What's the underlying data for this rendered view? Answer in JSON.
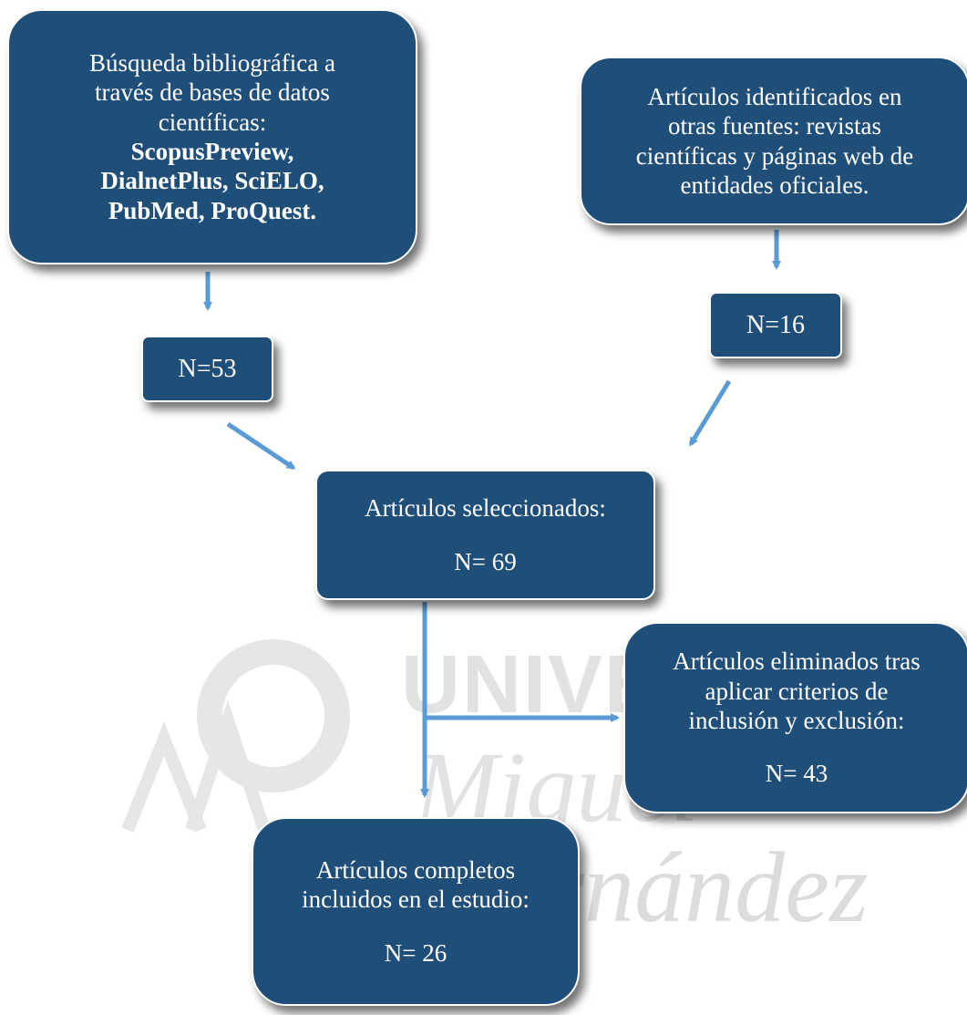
{
  "watermark": {
    "line1": "UNIVERSITAS",
    "line2": "Miguel",
    "line3": "Hernández"
  },
  "boxes": {
    "db_search": {
      "lines": [
        "Búsqueda bibliográfica a",
        "través de bases de datos",
        "científicas:"
      ],
      "bold_lines": [
        "ScopusPreview,",
        "DialnetPlus, SciELO,",
        "PubMed, ProQuest."
      ]
    },
    "db_count": {
      "label": "N=53"
    },
    "other_sources": {
      "lines": [
        "Artículos identificados en",
        "otras fuentes:  revistas",
        "científicas y páginas web de",
        "entidades oficiales."
      ]
    },
    "other_count": {
      "label": "N=16"
    },
    "selected": {
      "title": "Artículos seleccionados:",
      "count": "N= 69"
    },
    "excluded": {
      "lines": [
        "Artículos eliminados tras",
        "aplicar criterios de",
        "inclusión y exclusión:"
      ],
      "count": "N= 43"
    },
    "included": {
      "lines": [
        "Artículos completos",
        "incluidos en el estudio:"
      ],
      "count": "N= 26"
    }
  },
  "colors": {
    "box_fill": "#1f4e79",
    "box_text": "#ffffff",
    "arrow": "#5b9bd5",
    "watermark": "#e2e2e2"
  }
}
